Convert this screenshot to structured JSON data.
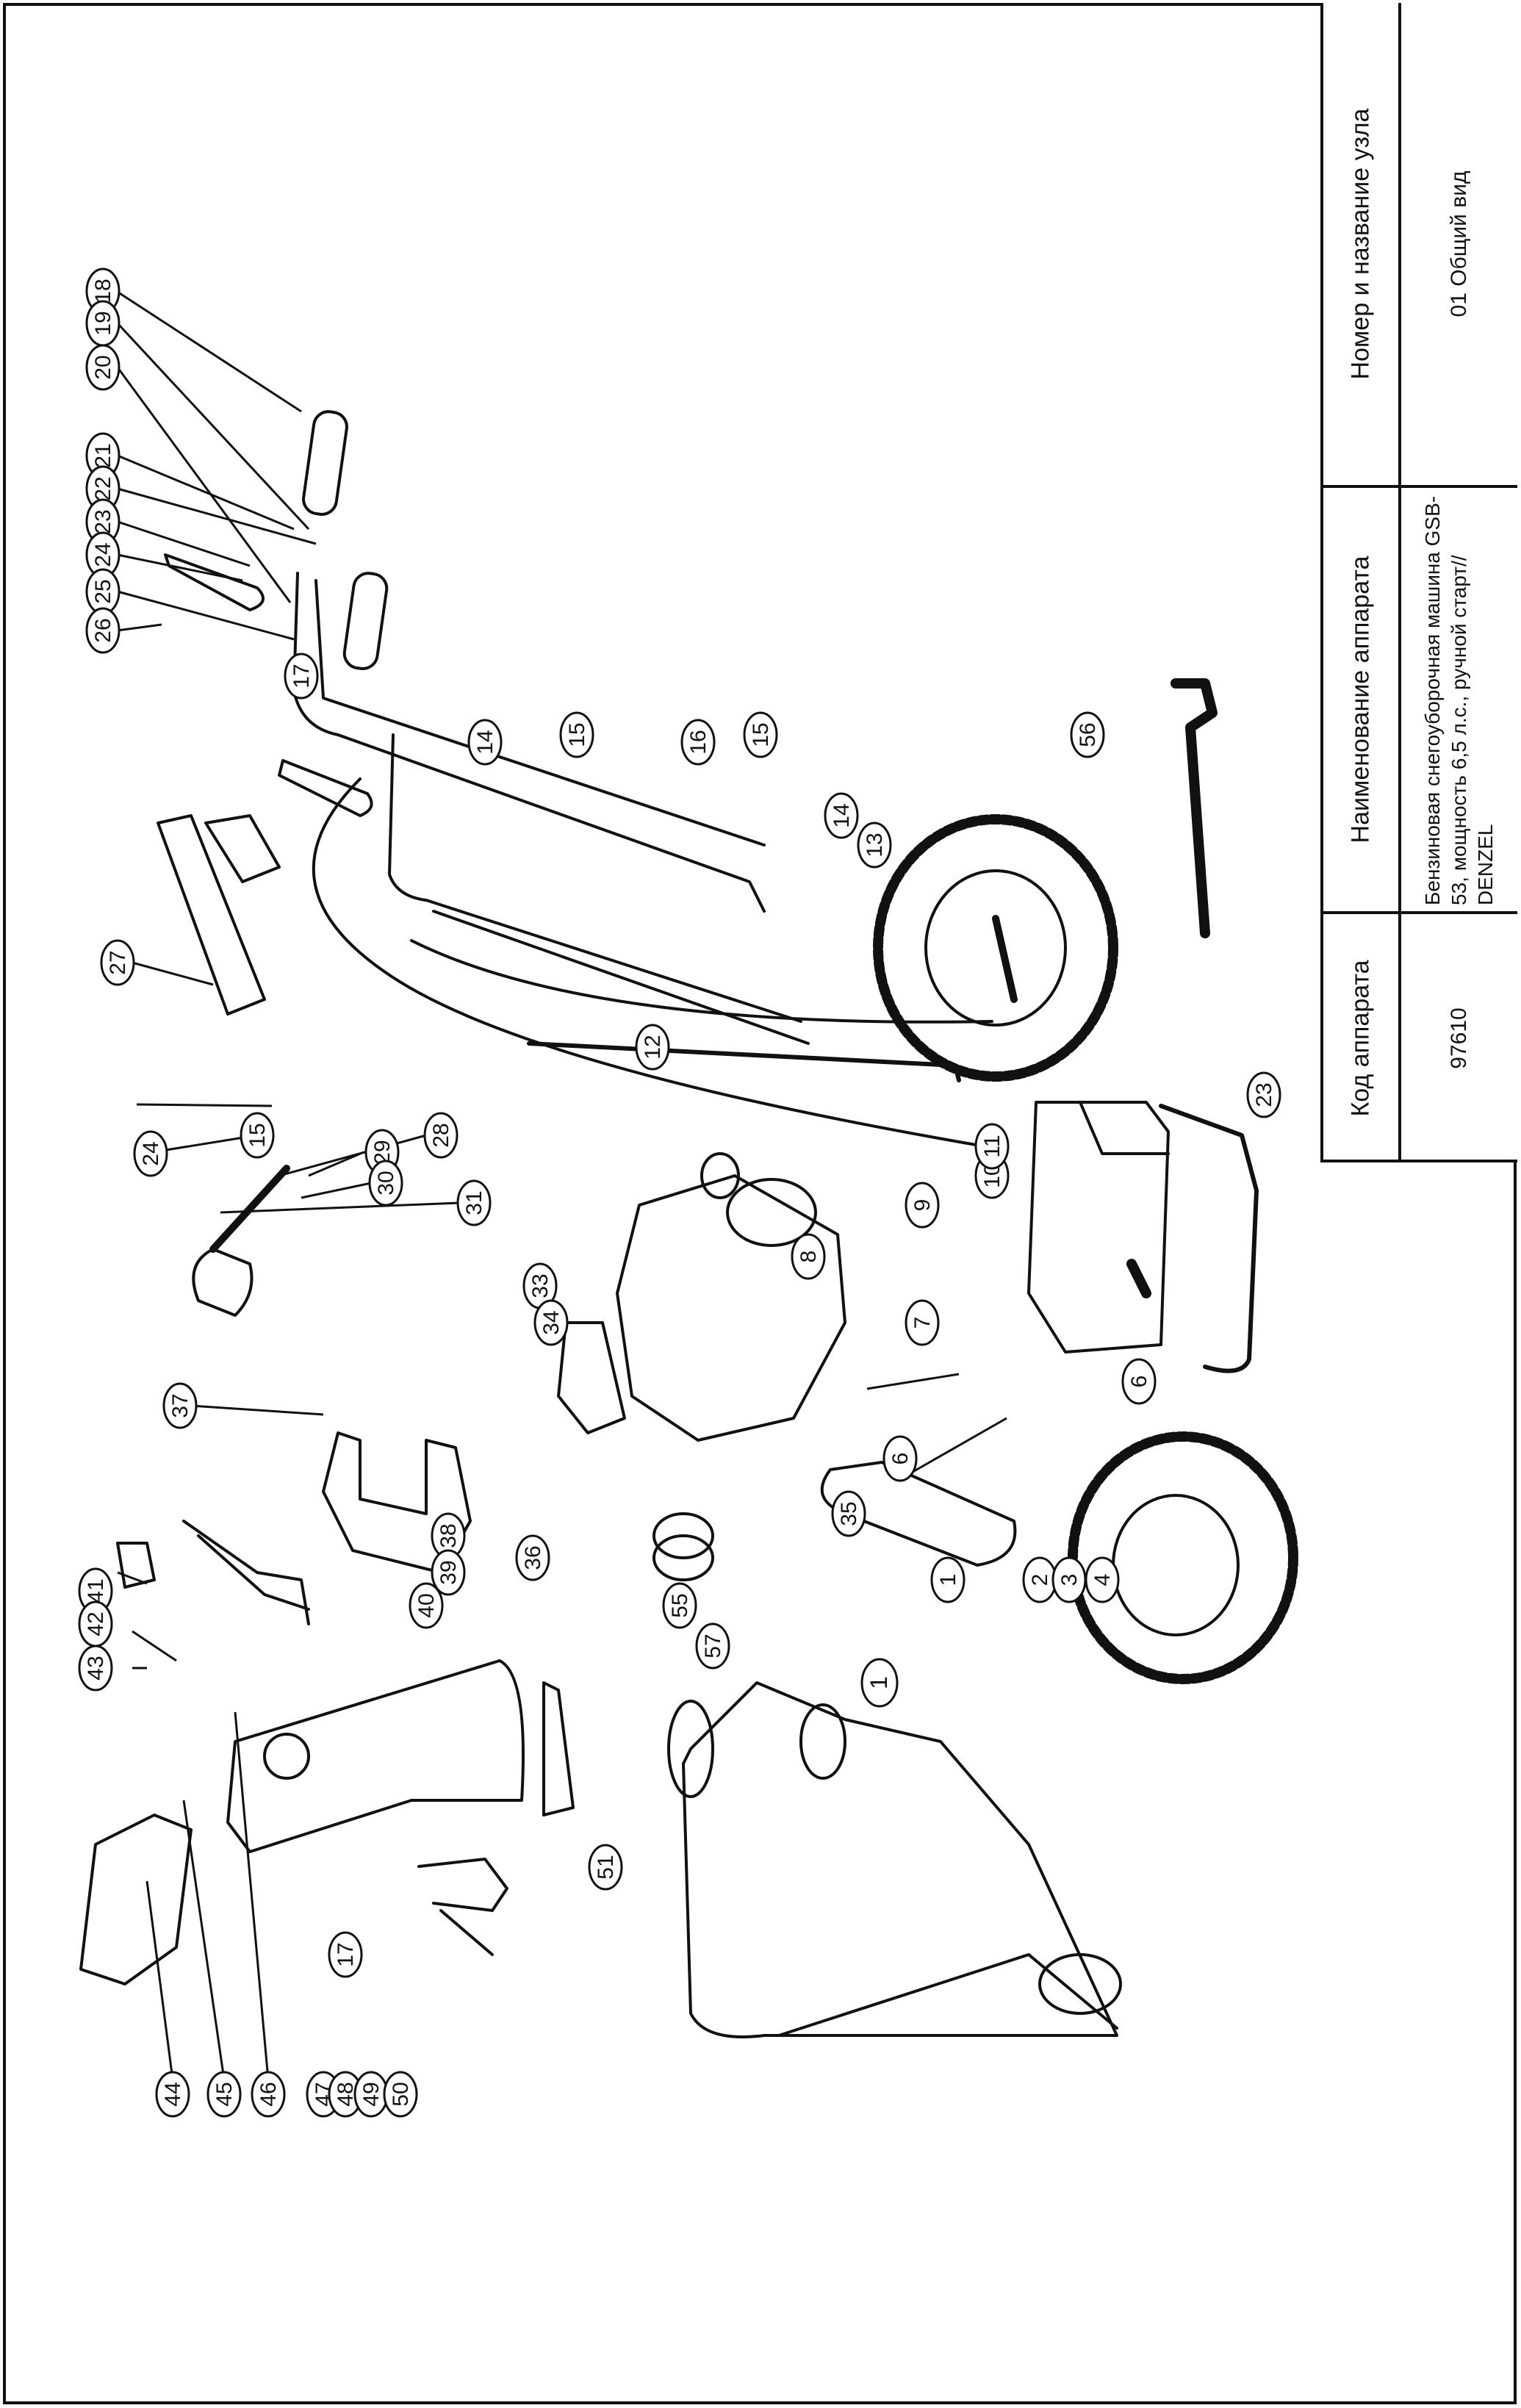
{
  "title_block": {
    "assembly_header": "Номер и название узла",
    "assembly_value": "01 Общий вид",
    "device_name_header": "Наименование аппарата",
    "device_name_value": "Бензиновая снегоуборочная машина  GSB-53, мощность 6,5 л.с., ручной старт// DENZEL",
    "device_code_header": "Код аппарата",
    "device_code_value": "97610"
  },
  "callouts": [
    "1",
    "2",
    "3",
    "4",
    "6",
    "6",
    "7",
    "8",
    "9",
    "10",
    "11",
    "12",
    "13",
    "14",
    "14",
    "15",
    "15",
    "15",
    "16",
    "17",
    "17",
    "18",
    "19",
    "20",
    "21",
    "22",
    "23",
    "23",
    "24",
    "24",
    "25",
    "26",
    "27",
    "28",
    "29",
    "30",
    "31",
    "33",
    "34",
    "35",
    "36",
    "37",
    "38",
    "39",
    "40",
    "41",
    "42",
    "43",
    "44",
    "45",
    "46",
    "47",
    "48",
    "49",
    "50",
    "51",
    "55",
    "56",
    "57"
  ]
}
